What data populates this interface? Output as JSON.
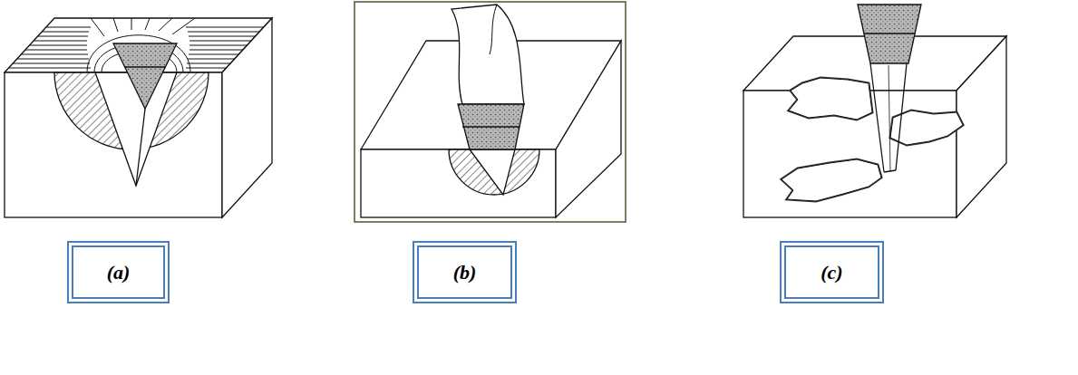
{
  "diagram": {
    "nodes": [
      {
        "text": [
          "(a)"
        ]
      },
      {
        "text": [
          "(b)"
        ]
      },
      {
        "text": [
          "(c)"
        ]
      }
    ]
  }
}
